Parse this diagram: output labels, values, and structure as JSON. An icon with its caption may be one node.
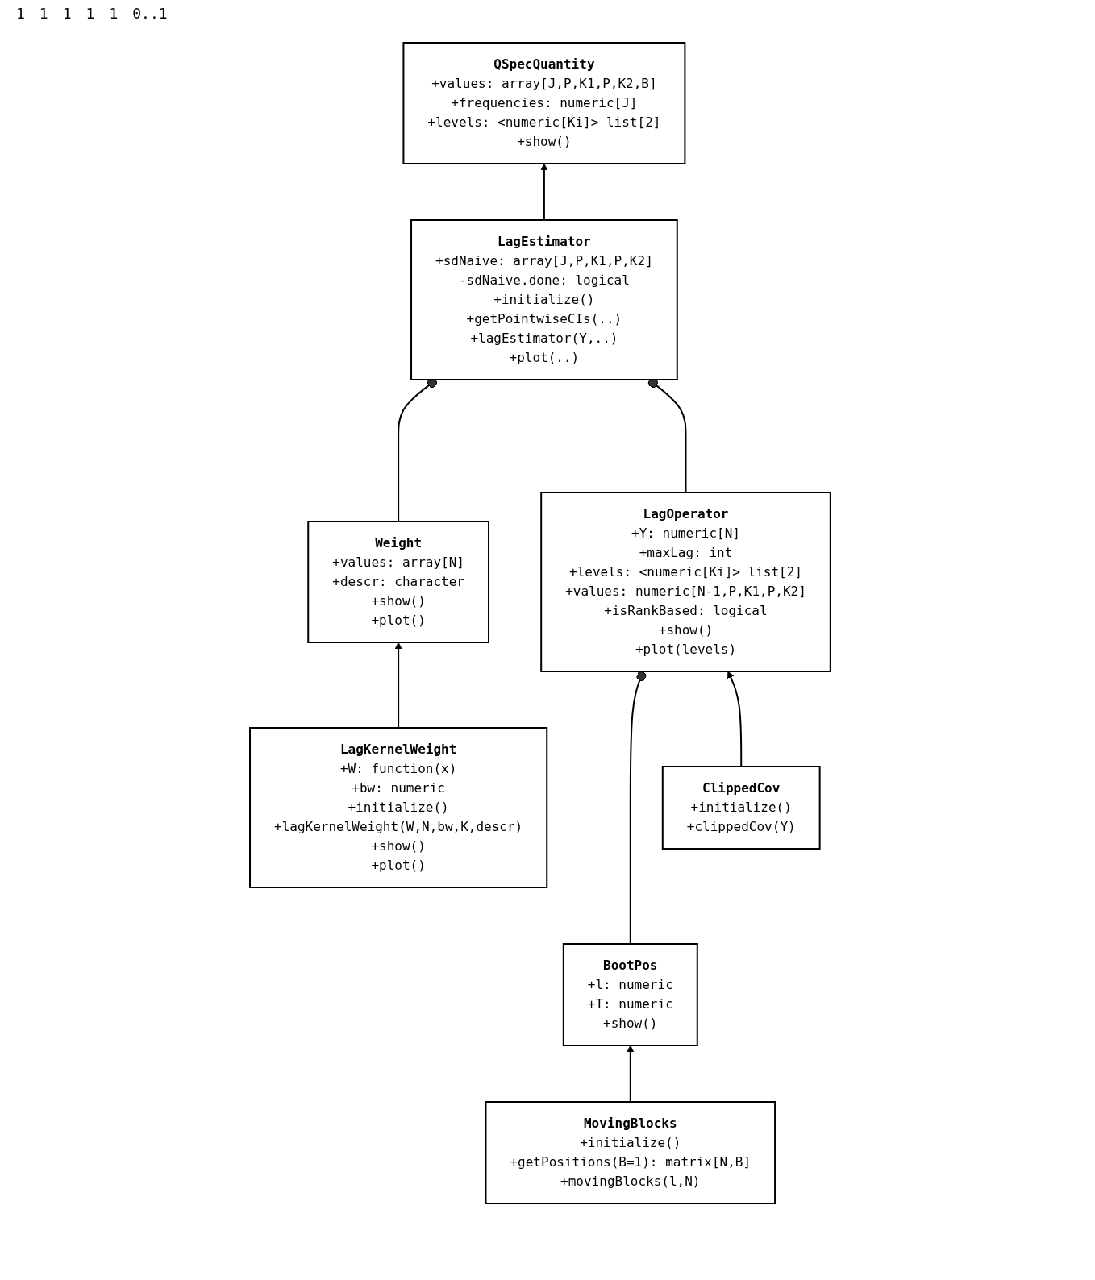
{
  "diagram": {
    "nodes": [
      {
        "text": [
          "QSpecQuantity",
          "+values: array[J,P,K1,P,K2,B]",
          "+frequencies: numeric[J]",
          "+levels: <numeric[Ki]> list[2]",
          "+show()"
        ]
      },
      {
        "text": [
          "Weight",
          "+values: array[N]",
          "+descr: character",
          "+show()",
          "+plot()"
        ]
      },
      {
        "text": [
          "LagEstimator",
          "+sdNaive: array[J,P,K1,P,K2]",
          "-sdNaive.done: logical",
          "+initialize()",
          "+getPointwiseCIs(..)",
          "+lagEstimator(Y,..)",
          "+plot(..)"
        ]
      },
      {
        "text": [
          "LagKernelWeight",
          "+W: function(x)",
          "+bw: numeric",
          "+initialize()",
          "+lagKernelWeight(W,N,bw,K,descr)",
          "+show()",
          "+plot()"
        ]
      },
      {
        "text": [
          "LagOperator",
          "+Y: numeric[N]",
          "+maxLag: int",
          "+levels: <numeric[Ki]> list[2]",
          "+values: numeric[N-1,P,K1,P,K2]",
          "+isRankBased: logical",
          "+show()",
          "+plot(levels)"
        ]
      },
      {
        "text": [
          "BootPos",
          "+l: numeric",
          "+T: numeric",
          "+show()"
        ]
      },
      {
        "text": [
          "ClippedCov",
          "+initialize()",
          "+clippedCov(Y)"
        ]
      },
      {
        "text": [
          "MovingBlocks",
          "+initialize()",
          "+getPositions(B=1): matrix[N,B]",
          "+movingBlocks(l,N)"
        ]
      }
    ],
    "edges": [
      {
        "from": 2,
        "to": 0,
        "arrow": "to"
      },
      {
        "from": 1,
        "to": 2,
        "arrow": "other"
      },
      {
        "from": 4,
        "to": 2,
        "arrow": "other"
      },
      {
        "from": 3,
        "to": 1,
        "arrow": "to"
      },
      {
        "from": 5,
        "to": 4,
        "arrow": "other"
      },
      {
        "from": 6,
        "to": 4,
        "arrow": "to"
      },
      {
        "from": 7,
        "to": 5,
        "arrow": "to"
      }
    ],
    "labels": [
      "1",
      "1",
      "1",
      "1",
      "1",
      "0..1"
    ]
  }
}
